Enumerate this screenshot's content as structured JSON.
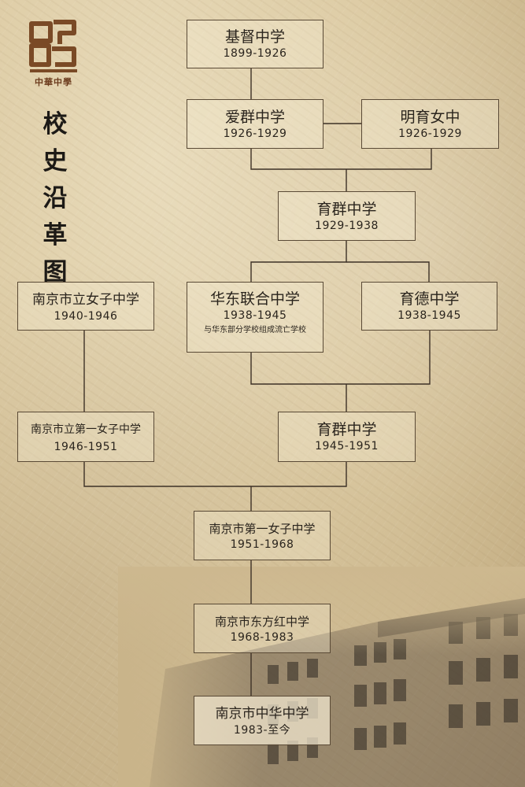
{
  "logo": {
    "mark": "中华中学 logo",
    "caption": "中華中學"
  },
  "title_chars": [
    "校",
    "史",
    "沿",
    "革",
    "图"
  ],
  "nodes": {
    "jidu": {
      "name": "基督中学",
      "years": "1899-1926"
    },
    "aiqun": {
      "name": "爱群中学",
      "years": "1926-1929"
    },
    "mingyu": {
      "name": "明育女中",
      "years": "1926-1929"
    },
    "yuqun1": {
      "name": "育群中学",
      "years": "1929-1938"
    },
    "nvzi": {
      "name": "南京市立女子中学",
      "years": "1940-1946"
    },
    "huadong": {
      "name": "华东联合中学",
      "years": "1938-1945",
      "note": "与华东部分学校组成流亡学校"
    },
    "yude": {
      "name": "育德中学",
      "years": "1938-1945"
    },
    "diyi": {
      "name": "南京市立第一女子中学",
      "years": "1946-1951"
    },
    "yuqun2": {
      "name": "育群中学",
      "years": "1945-1951"
    },
    "nj1": {
      "name": "南京市第一女子中学",
      "years": "1951-1968"
    },
    "dfh": {
      "name": "南京市东方红中学",
      "years": "1968-1983"
    },
    "zh": {
      "name": "南京市中华中学",
      "years": "1983-至今"
    }
  },
  "colors": {
    "line": "#3d3126",
    "box_border": "#5a4a36",
    "text": "#2a241d",
    "logo": "#7a4a26"
  }
}
